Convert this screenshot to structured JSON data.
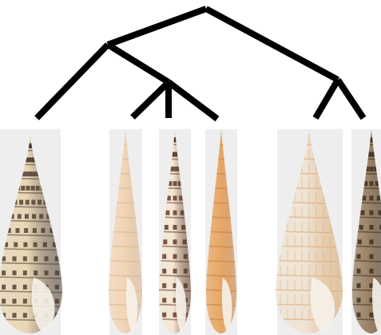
{
  "figure": {
    "tree_color": "#000000",
    "panel_background": "#eeeeee",
    "tree": {
      "root": {
        "children": [
          {
            "clade": "left",
            "children": [
              {
                "leaf": 1
              },
              {
                "clade": "inner",
                "children": [
                  {
                    "leaf": 2
                  },
                  {
                    "leaf": 3
                  },
                  {
                    "leaf": 4
                  }
                ]
              }
            ]
          },
          {
            "clade": "right",
            "children": [
              {
                "leaf": 5
              },
              {
                "leaf": 6
              }
            ]
          }
        ]
      }
    },
    "shells": [
      {
        "id": 1,
        "pattern": "dark-rectangular-spots",
        "base_color": "#e8d6b4",
        "mark_color": "#4a3a2e"
      },
      {
        "id": 2,
        "pattern": "ribbed-plain",
        "base_color": "#f2d6b6",
        "mark_color": "#d9b08a"
      },
      {
        "id": 3,
        "pattern": "brown-spots",
        "base_color": "#f4e6d2",
        "mark_color": "#5a3320"
      },
      {
        "id": 4,
        "pattern": "orange-ribbed",
        "base_color": "#e7a866",
        "mark_color": "#c77a35"
      },
      {
        "id": 5,
        "pattern": "cream-grid",
        "base_color": "#efe3d4",
        "mark_color": "#d8a66e"
      },
      {
        "id": 6,
        "pattern": "dark-banded",
        "base_color": "#9a8164",
        "mark_color": "#3a2c20"
      }
    ]
  }
}
